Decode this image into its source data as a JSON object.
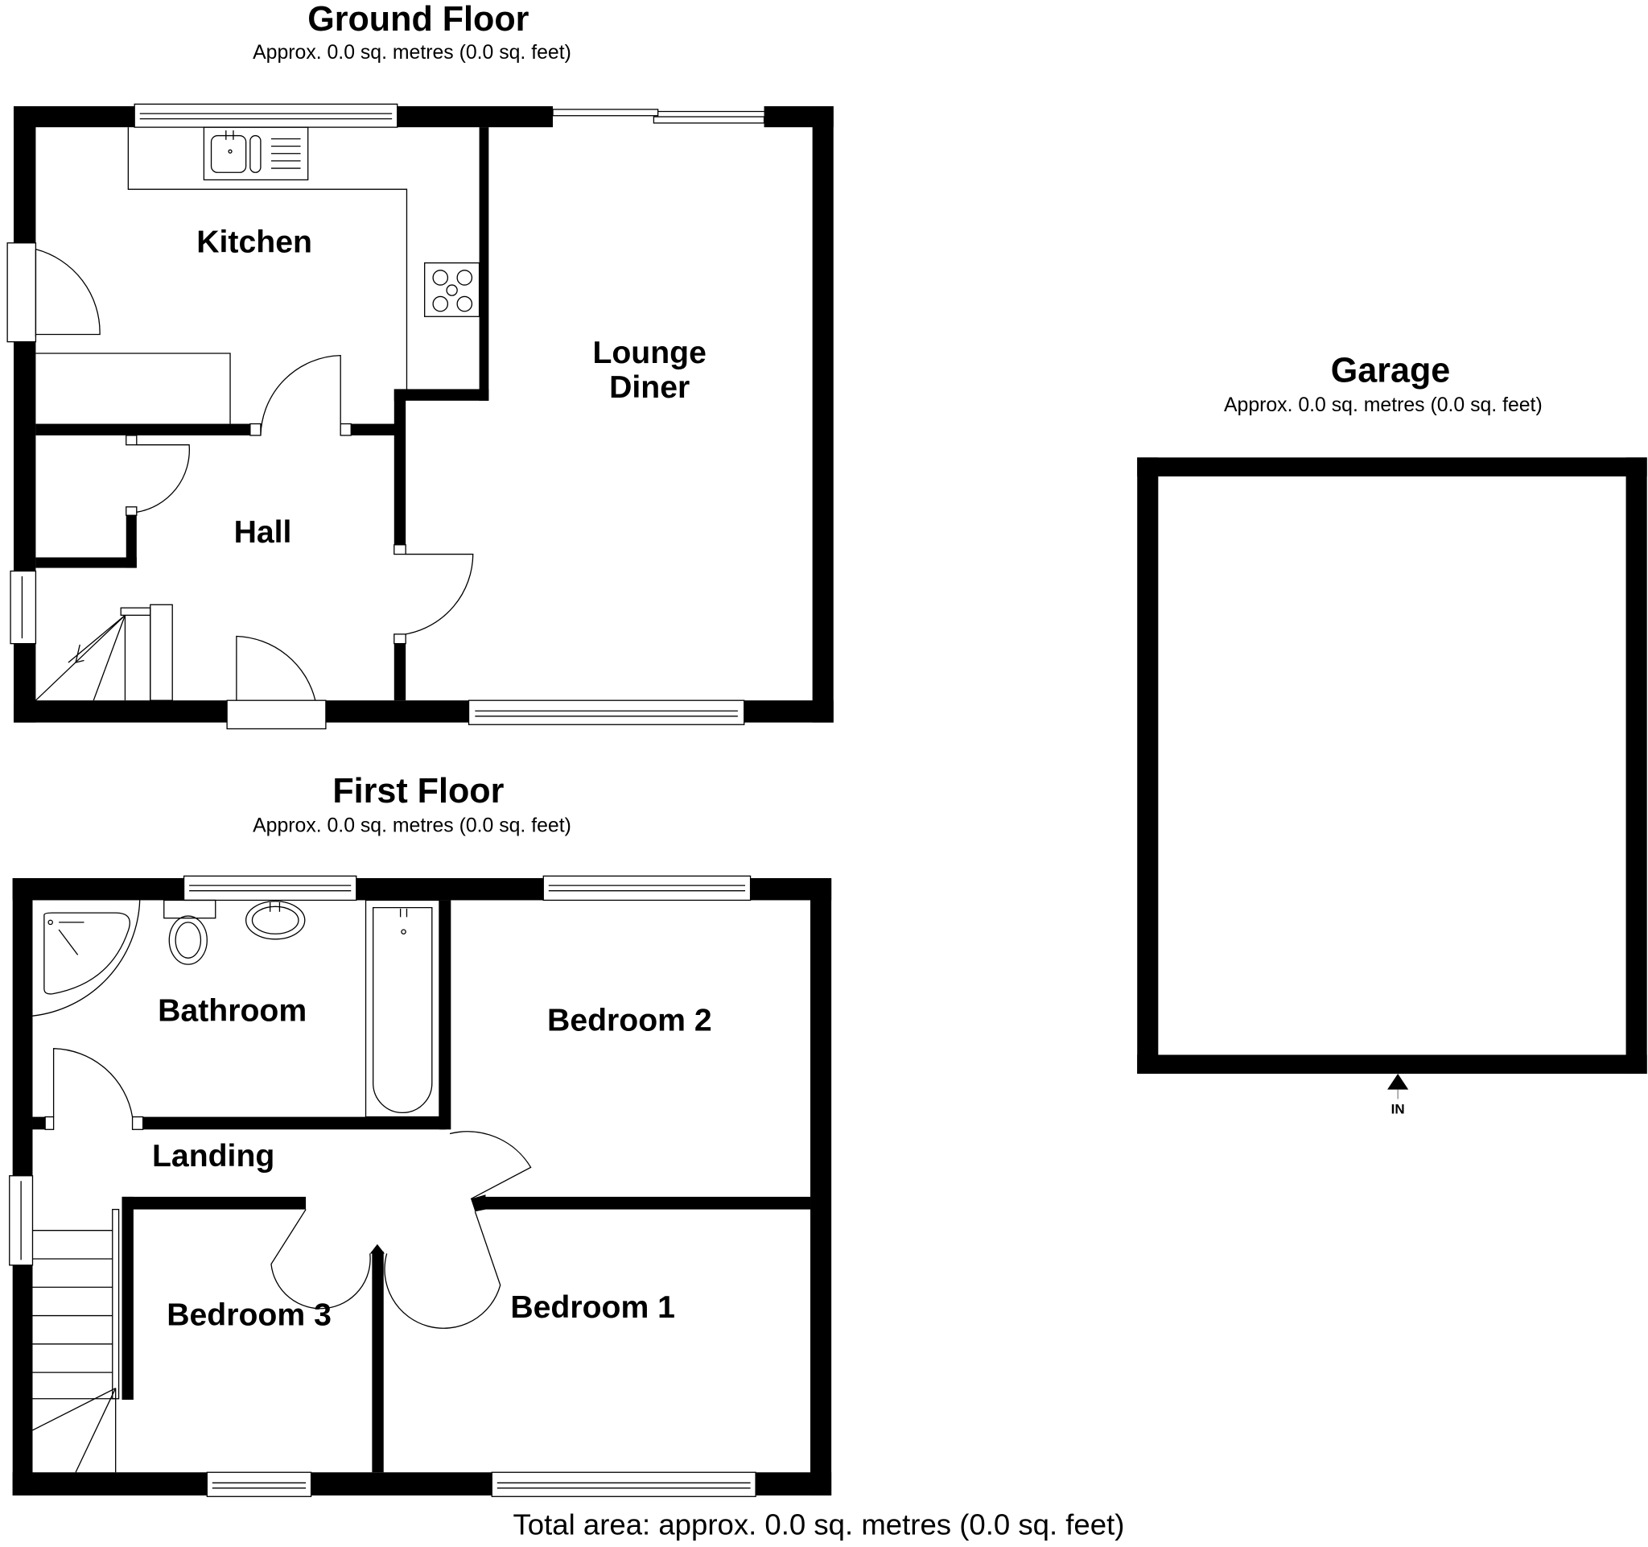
{
  "ground_floor": {
    "title": "Ground Floor",
    "area": "Approx. 0.0 sq. metres (0.0 sq. feet)",
    "rooms": {
      "kitchen": "Kitchen",
      "lounge_line1": "Lounge",
      "lounge_line2": "Diner",
      "hall": "Hall"
    }
  },
  "first_floor": {
    "title": "First Floor",
    "area": "Approx. 0.0 sq. metres (0.0 sq. feet)",
    "rooms": {
      "bathroom": "Bathroom",
      "bedroom2": "Bedroom 2",
      "landing": "Landing",
      "bedroom3": "Bedroom 3",
      "bedroom1": "Bedroom 1"
    }
  },
  "garage": {
    "title": "Garage",
    "area": "Approx. 0.0 sq. metres (0.0 sq. feet)",
    "entrance_label": "IN"
  },
  "total_area": "Total area: approx. 0.0 sq. metres (0.0 sq. feet)"
}
